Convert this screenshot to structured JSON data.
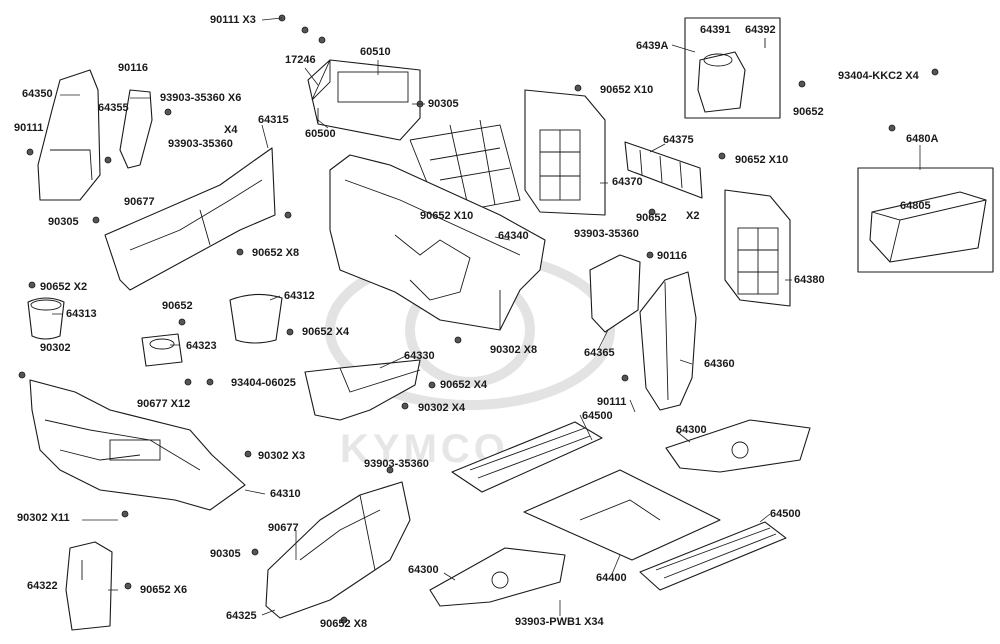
{
  "diagram": {
    "watermark_text": "KYMCO",
    "labels": [
      {
        "id": "l1",
        "text": "90111 X3"
      },
      {
        "id": "l2",
        "text": "17246"
      },
      {
        "id": "l3",
        "text": "60510"
      },
      {
        "id": "l4",
        "text": "90305"
      },
      {
        "id": "l5",
        "text": "60500"
      },
      {
        "id": "l6",
        "text": "64391"
      },
      {
        "id": "l7",
        "text": "64392"
      },
      {
        "id": "l8",
        "text": "6439A"
      },
      {
        "id": "l9",
        "text": "93404-KKC2  X4"
      },
      {
        "id": "l10",
        "text": "90652"
      },
      {
        "id": "l11",
        "text": "90116"
      },
      {
        "id": "l12",
        "text": "64350"
      },
      {
        "id": "l13",
        "text": "64355"
      },
      {
        "id": "l14",
        "text": "93903-35360 X6"
      },
      {
        "id": "l15",
        "text": "90111"
      },
      {
        "id": "l16",
        "text": "X4"
      },
      {
        "id": "l17",
        "text": "93903-35360"
      },
      {
        "id": "l18",
        "text": "64315"
      },
      {
        "id": "l19",
        "text": "90652  X10"
      },
      {
        "id": "l20",
        "text": "64375"
      },
      {
        "id": "l21",
        "text": "6480A"
      },
      {
        "id": "l22",
        "text": "90652 X10"
      },
      {
        "id": "l23",
        "text": "64370"
      },
      {
        "id": "l24",
        "text": "90652"
      },
      {
        "id": "l25",
        "text": "X2"
      },
      {
        "id": "l26",
        "text": "64805"
      },
      {
        "id": "l27",
        "text": "90305"
      },
      {
        "id": "l28",
        "text": "90677"
      },
      {
        "id": "l29",
        "text": "90652 X10"
      },
      {
        "id": "l30",
        "text": "64340"
      },
      {
        "id": "l31",
        "text": "93903-35360"
      },
      {
        "id": "l32",
        "text": "90652 X8"
      },
      {
        "id": "l33",
        "text": "90116"
      },
      {
        "id": "l34",
        "text": "64380"
      },
      {
        "id": "l35",
        "text": "90652 X2"
      },
      {
        "id": "l36",
        "text": "64312"
      },
      {
        "id": "l37",
        "text": "90652"
      },
      {
        "id": "l38",
        "text": "64313"
      },
      {
        "id": "l39",
        "text": "90652 X4"
      },
      {
        "id": "l40",
        "text": "64323"
      },
      {
        "id": "l41",
        "text": "90302 X8"
      },
      {
        "id": "l42",
        "text": "64365"
      },
      {
        "id": "l43",
        "text": "90302"
      },
      {
        "id": "l44",
        "text": "64330"
      },
      {
        "id": "l45",
        "text": "64360"
      },
      {
        "id": "l46",
        "text": "93404-06025"
      },
      {
        "id": "l47",
        "text": "90652 X4"
      },
      {
        "id": "l48",
        "text": "90111"
      },
      {
        "id": "l49",
        "text": "90677 X12"
      },
      {
        "id": "l50",
        "text": "90302  X4"
      },
      {
        "id": "l51",
        "text": "64500"
      },
      {
        "id": "l52",
        "text": "64300"
      },
      {
        "id": "l53",
        "text": "90302 X3"
      },
      {
        "id": "l54",
        "text": "93903-35360"
      },
      {
        "id": "l55",
        "text": "64310"
      },
      {
        "id": "l56",
        "text": "90302 X11"
      },
      {
        "id": "l57",
        "text": "90677"
      },
      {
        "id": "l58",
        "text": "64500"
      },
      {
        "id": "l59",
        "text": "90305"
      },
      {
        "id": "l60",
        "text": "64322"
      },
      {
        "id": "l61",
        "text": "90652 X6"
      },
      {
        "id": "l62",
        "text": "64300"
      },
      {
        "id": "l63",
        "text": "64400"
      },
      {
        "id": "l64",
        "text": "64325"
      },
      {
        "id": "l65",
        "text": "90652 X8"
      },
      {
        "id": "l66",
        "text": "93903-PWB1 X34"
      }
    ]
  }
}
